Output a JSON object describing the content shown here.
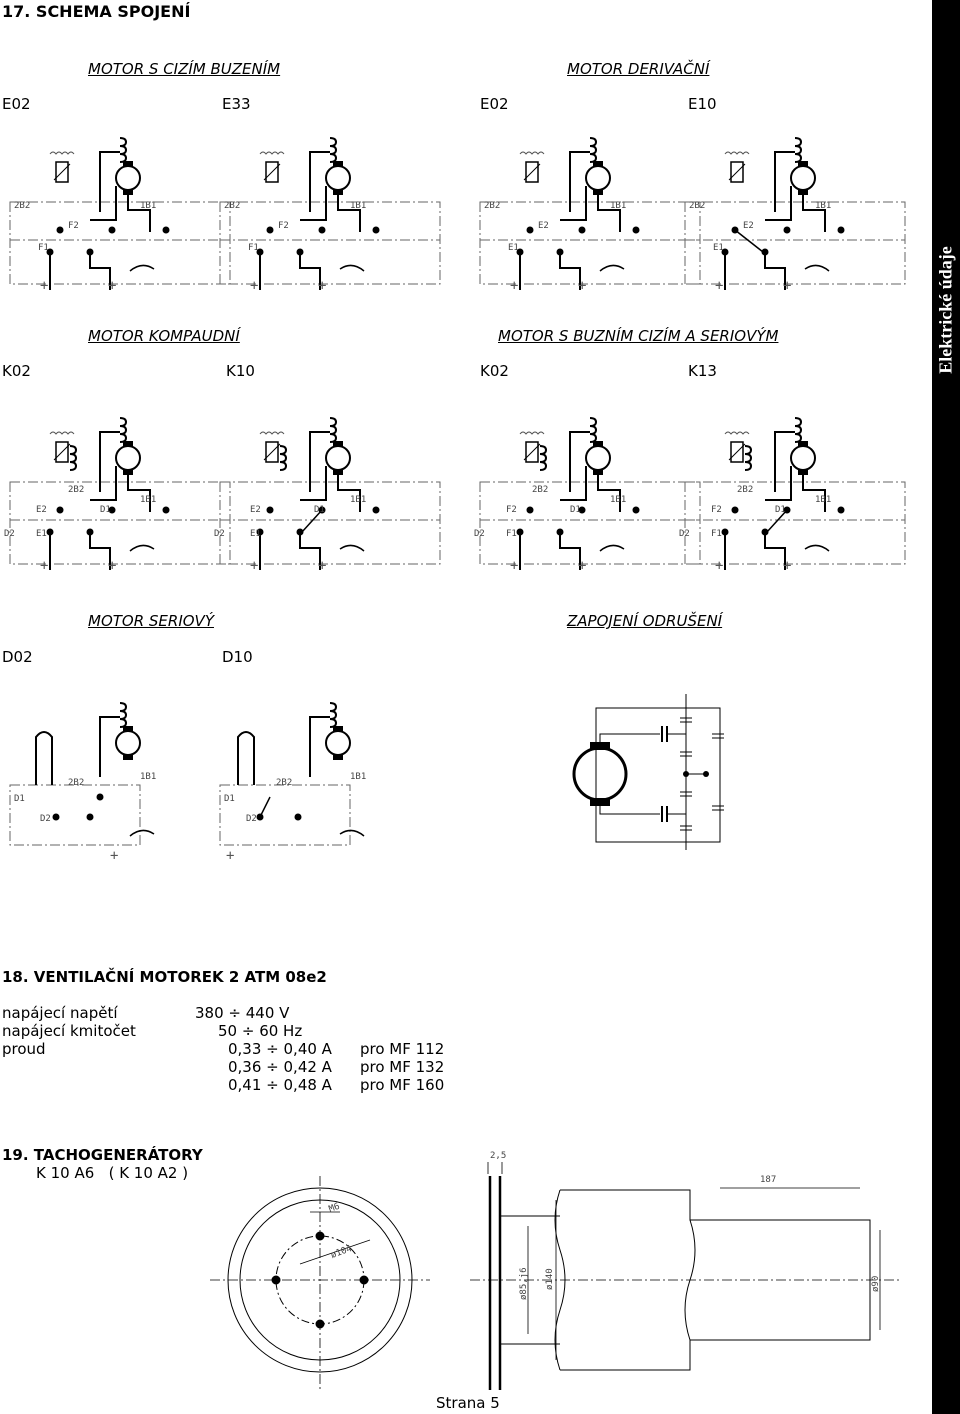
{
  "side_tab": "Elektrické údaje",
  "section17": {
    "title": "17. SCHEMA SPOJENÍ",
    "groups": {
      "motor_cizi": "MOTOR S CIZÍM BUZENÍM",
      "motor_derivacni": "MOTOR DERIVAČNÍ",
      "motor_kompaudni": "MOTOR KOMPAUDNÍ",
      "motor_buzni_serial": "MOTOR S BUZNÍM CIZÍM A SERIOVÝM",
      "motor_seriovy": "MOTOR SERIOVÝ",
      "zapojeni_odruseni": "ZAPOJENÍ ODRUŠENÍ"
    },
    "codes": {
      "r1": [
        "E02",
        "E33",
        "E02",
        "E10"
      ],
      "r2": [
        "K02",
        "K10",
        "K02",
        "K13"
      ],
      "r3": [
        "D02",
        "D10"
      ]
    },
    "terminals": {
      "b2": "2B2",
      "b1": "1B1",
      "f1": "F1",
      "f2": "F2",
      "e1": "E1",
      "e2": "E2",
      "d1": "D1",
      "d2": "D2"
    }
  },
  "section18": {
    "title": "18. VENTILAČNÍ MOTOREK 2 ATM 08e2",
    "rows": [
      {
        "label": "napájecí napětí",
        "value": "380 ÷ 440 V",
        "note": ""
      },
      {
        "label": "napájecí kmitočet",
        "value": "50 ÷ 60 Hz",
        "note": ""
      },
      {
        "label": "proud",
        "value": "0,33 ÷ 0,40 A",
        "note": "pro MF 112"
      },
      {
        "label": "",
        "value": "0,36 ÷ 0,42 A",
        "note": "pro MF 132"
      },
      {
        "label": "",
        "value": "0,41 ÷ 0,48 A",
        "note": "pro MF 160"
      }
    ]
  },
  "section19": {
    "title": "19. TACHOGENERÁTORY",
    "subtitle": "K 10 A6   ( K 10 A2 )",
    "dims": {
      "d25": "2,5",
      "d187": "187",
      "m6": "M6",
      "d104": "ø104",
      "d855": "ø85,j6",
      "d140": "ø140",
      "d90": "ø90"
    }
  },
  "footer": {
    "page": "Strana 5"
  }
}
